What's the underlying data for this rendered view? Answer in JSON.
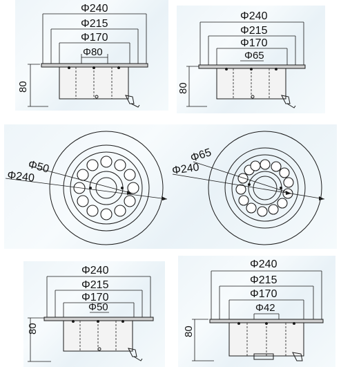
{
  "drawings": {
    "top_left": {
      "d1": "Φ240",
      "d2": "Φ215",
      "d3": "Φ170",
      "d4": "Φ80",
      "height": "80"
    },
    "top_right": {
      "d1": "Φ240",
      "d2": "Φ215",
      "d3": "Φ170",
      "d4": "Φ65",
      "height": "80"
    },
    "plan_left": {
      "outer": "Φ240",
      "inner": "Φ50"
    },
    "plan_right": {
      "outer": "Φ240",
      "inner": "Φ65"
    },
    "bottom_left": {
      "d1": "Φ240",
      "d2": "Φ215",
      "d3": "Φ170",
      "d4": "Φ50",
      "height": "80"
    },
    "bottom_right": {
      "d1": "Φ240",
      "d2": "Φ215",
      "d3": "Φ170",
      "d4": "Φ42",
      "height": "80"
    }
  },
  "colors": {
    "line": "#1a1a1a",
    "background_tint": "#eef5f9"
  }
}
